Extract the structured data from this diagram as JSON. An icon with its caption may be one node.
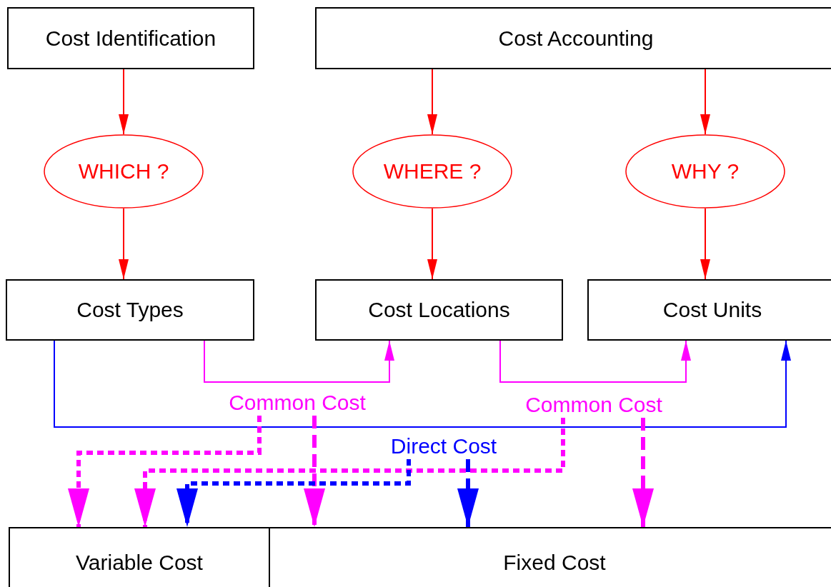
{
  "diagram": {
    "nodes": [
      {
        "text": [
          "Cost Identification"
        ]
      },
      {
        "text": [
          "Cost Accounting"
        ]
      },
      {
        "text": [
          "WHICH ?"
        ]
      },
      {
        "text": [
          "WHERE ?"
        ]
      },
      {
        "text": [
          "WHY ?"
        ]
      },
      {
        "text": [
          "Cost Types"
        ]
      },
      {
        "text": [
          "Cost Locations"
        ]
      },
      {
        "text": [
          "Cost Units"
        ]
      },
      {
        "text": [
          "Variable Cost"
        ]
      },
      {
        "text": [
          "Fixed Cost"
        ]
      },
      {
        "text": [
          "Common Cost"
        ]
      },
      {
        "text": [
          "Common Cost"
        ]
      },
      {
        "text": [
          "Direct Cost"
        ]
      }
    ],
    "edges": [
      {
        "from": 0,
        "to": 2,
        "arrow": "to"
      },
      {
        "from": 2,
        "to": 5,
        "arrow": "to"
      },
      {
        "from": 1,
        "to": 3,
        "arrow": "to"
      },
      {
        "from": 3,
        "to": 6,
        "arrow": "to"
      },
      {
        "from": 1,
        "to": 4,
        "arrow": "to"
      },
      {
        "from": 4,
        "to": 7,
        "arrow": "to"
      },
      {
        "from": 5,
        "to": 6,
        "arrow": "to",
        "color": "#ff00ff"
      },
      {
        "from": 6,
        "to": 7,
        "arrow": "to",
        "color": "#ff00ff"
      },
      {
        "from": 5,
        "to": 7,
        "arrow": "to",
        "color": "#0000ff"
      },
      {
        "from": 10,
        "to": 8,
        "arrow": "to",
        "style": "dashed",
        "color": "#ff00ff"
      },
      {
        "from": 10,
        "to": 9,
        "arrow": "to",
        "style": "dashed",
        "color": "#ff00ff"
      },
      {
        "from": 11,
        "to": 8,
        "arrow": "to",
        "style": "dashed",
        "color": "#ff00ff"
      },
      {
        "from": 11,
        "to": 9,
        "arrow": "to",
        "style": "dashed",
        "color": "#ff00ff"
      },
      {
        "from": 12,
        "to": 8,
        "arrow": "to",
        "style": "dashed",
        "color": "#0000ff"
      },
      {
        "from": 12,
        "to": 9,
        "arrow": "to",
        "style": "dashed",
        "color": "#0000ff"
      }
    ]
  }
}
